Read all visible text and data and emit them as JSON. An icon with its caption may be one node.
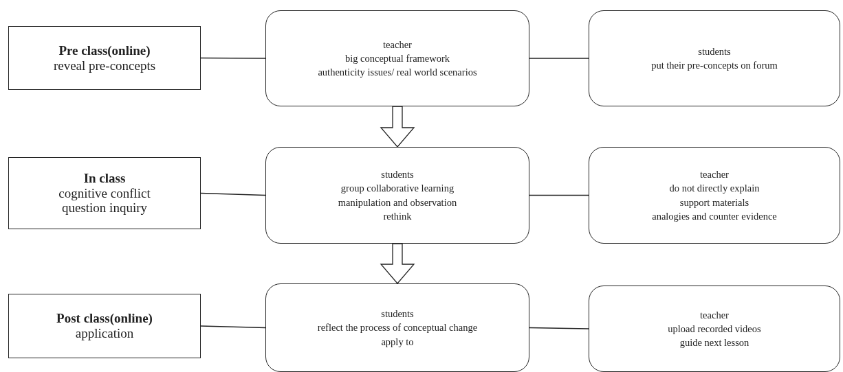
{
  "diagram": {
    "nodes": [
      {
        "text": [
          "Pre class(online)",
          "reveal pre-concepts"
        ]
      },
      {
        "text": [
          "teacher",
          "big conceptual framework",
          "authenticity issues/ real world scenarios"
        ]
      },
      {
        "text": [
          "students",
          "put their pre-concepts on forum"
        ]
      },
      {
        "text": [
          "In class",
          "cognitive conflict",
          "question inquiry"
        ]
      },
      {
        "text": [
          "students",
          "group collaborative learning",
          "manipulation and observation",
          "rethink"
        ]
      },
      {
        "text": [
          "teacher",
          "do not directly explain",
          "support materials",
          "analogies and counter evidence"
        ]
      },
      {
        "text": [
          "Post class(online)",
          "application"
        ]
      },
      {
        "text": [
          "students",
          "reflect the process of conceptual change",
          "apply to"
        ]
      },
      {
        "text": [
          "teacher",
          "upload recorded videos",
          "guide next lesson"
        ]
      }
    ],
    "edges": [
      {
        "from": 0,
        "to": 1,
        "arrow": "none"
      },
      {
        "from": 1,
        "to": 2,
        "arrow": "none"
      },
      {
        "from": 1,
        "to": 4,
        "arrow": "to",
        "style": "thick"
      },
      {
        "from": 3,
        "to": 4,
        "arrow": "none"
      },
      {
        "from": 4,
        "to": 5,
        "arrow": "none"
      },
      {
        "from": 4,
        "to": 7,
        "arrow": "to",
        "style": "thick"
      },
      {
        "from": 6,
        "to": 7,
        "arrow": "none"
      },
      {
        "from": 7,
        "to": 8,
        "arrow": "none"
      }
    ]
  }
}
